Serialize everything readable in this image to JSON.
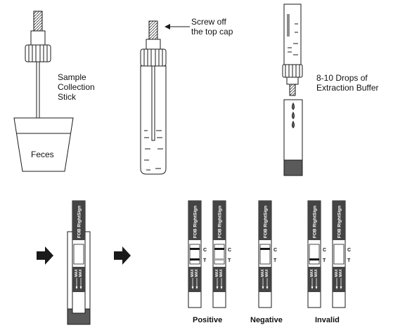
{
  "labels": {
    "collection_stick_line1": "Sample",
    "collection_stick_line2": "Collection",
    "collection_stick_line3": "Stick",
    "feces": "Feces",
    "screw_line1": "Screw off",
    "screw_line2": "the top cap",
    "drops_line1": "8-10 Drops of",
    "drops_line2": "Extraction Buffer",
    "brand": "FOB RightSign",
    "max": "MAX",
    "c_mark": "C",
    "t_mark": "T",
    "positive": "Positive",
    "negative": "Negative",
    "invalid": "Invalid"
  },
  "colors": {
    "ink": "#1a1a1a",
    "cassette_dark": "#444444",
    "cap_gray": "#5a5a5a"
  }
}
